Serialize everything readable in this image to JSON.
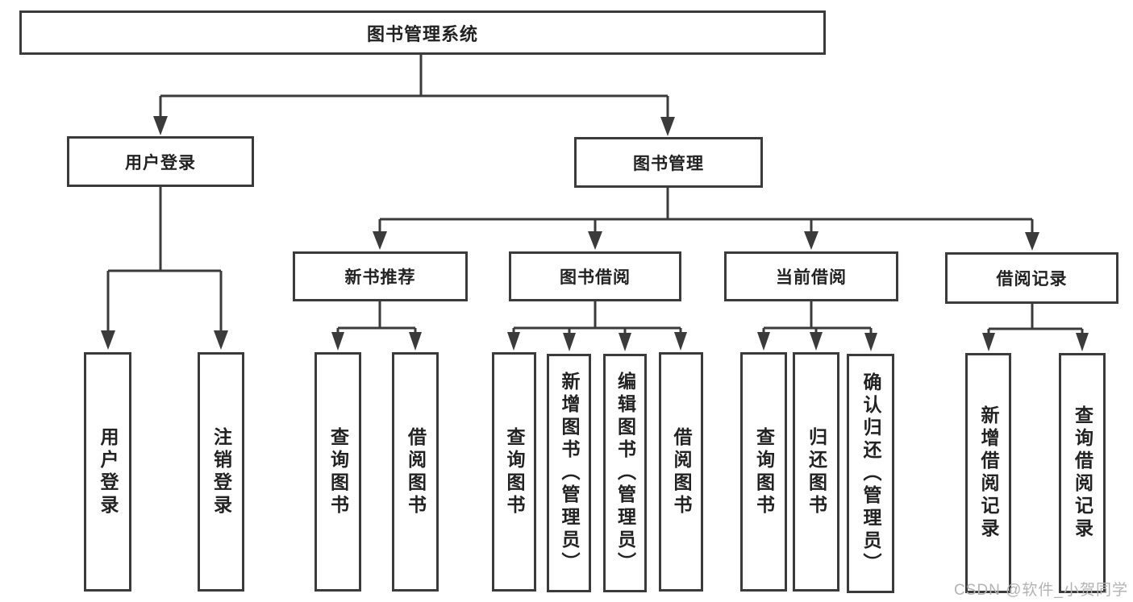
{
  "diagram": {
    "root": {
      "label": "图书管理系统"
    },
    "level2": [
      {
        "label": "用户登录"
      },
      {
        "label": "图书管理"
      }
    ],
    "level3": [
      {
        "label": "新书推荐"
      },
      {
        "label": "图书借阅"
      },
      {
        "label": "当前借阅"
      },
      {
        "label": "借阅记录"
      }
    ],
    "leaves": {
      "login": [
        {
          "label": "用户登录"
        },
        {
          "label": "注销登录"
        }
      ],
      "recommend": [
        {
          "label": "查询图书"
        },
        {
          "label": "借阅图书"
        }
      ],
      "borrow": [
        {
          "label": "查询图书"
        },
        {
          "label": "新增图书（管理员）"
        },
        {
          "label": "编辑图书（管理员）"
        },
        {
          "label": "借阅图书"
        }
      ],
      "current": [
        {
          "label": "查询图书"
        },
        {
          "label": "归还图书"
        },
        {
          "label": "确认归还（管理员）"
        }
      ],
      "records": [
        {
          "label": "新增借阅记录"
        },
        {
          "label": "查询借阅记录"
        }
      ]
    }
  },
  "watermark": {
    "text": "CSDN @软件_小贺同学"
  },
  "colors": {
    "line": "#3b3b3b",
    "text": "#222222",
    "box_fill": "#ffffff",
    "background": "#ffffff",
    "watermark": "#b3b3b3"
  }
}
